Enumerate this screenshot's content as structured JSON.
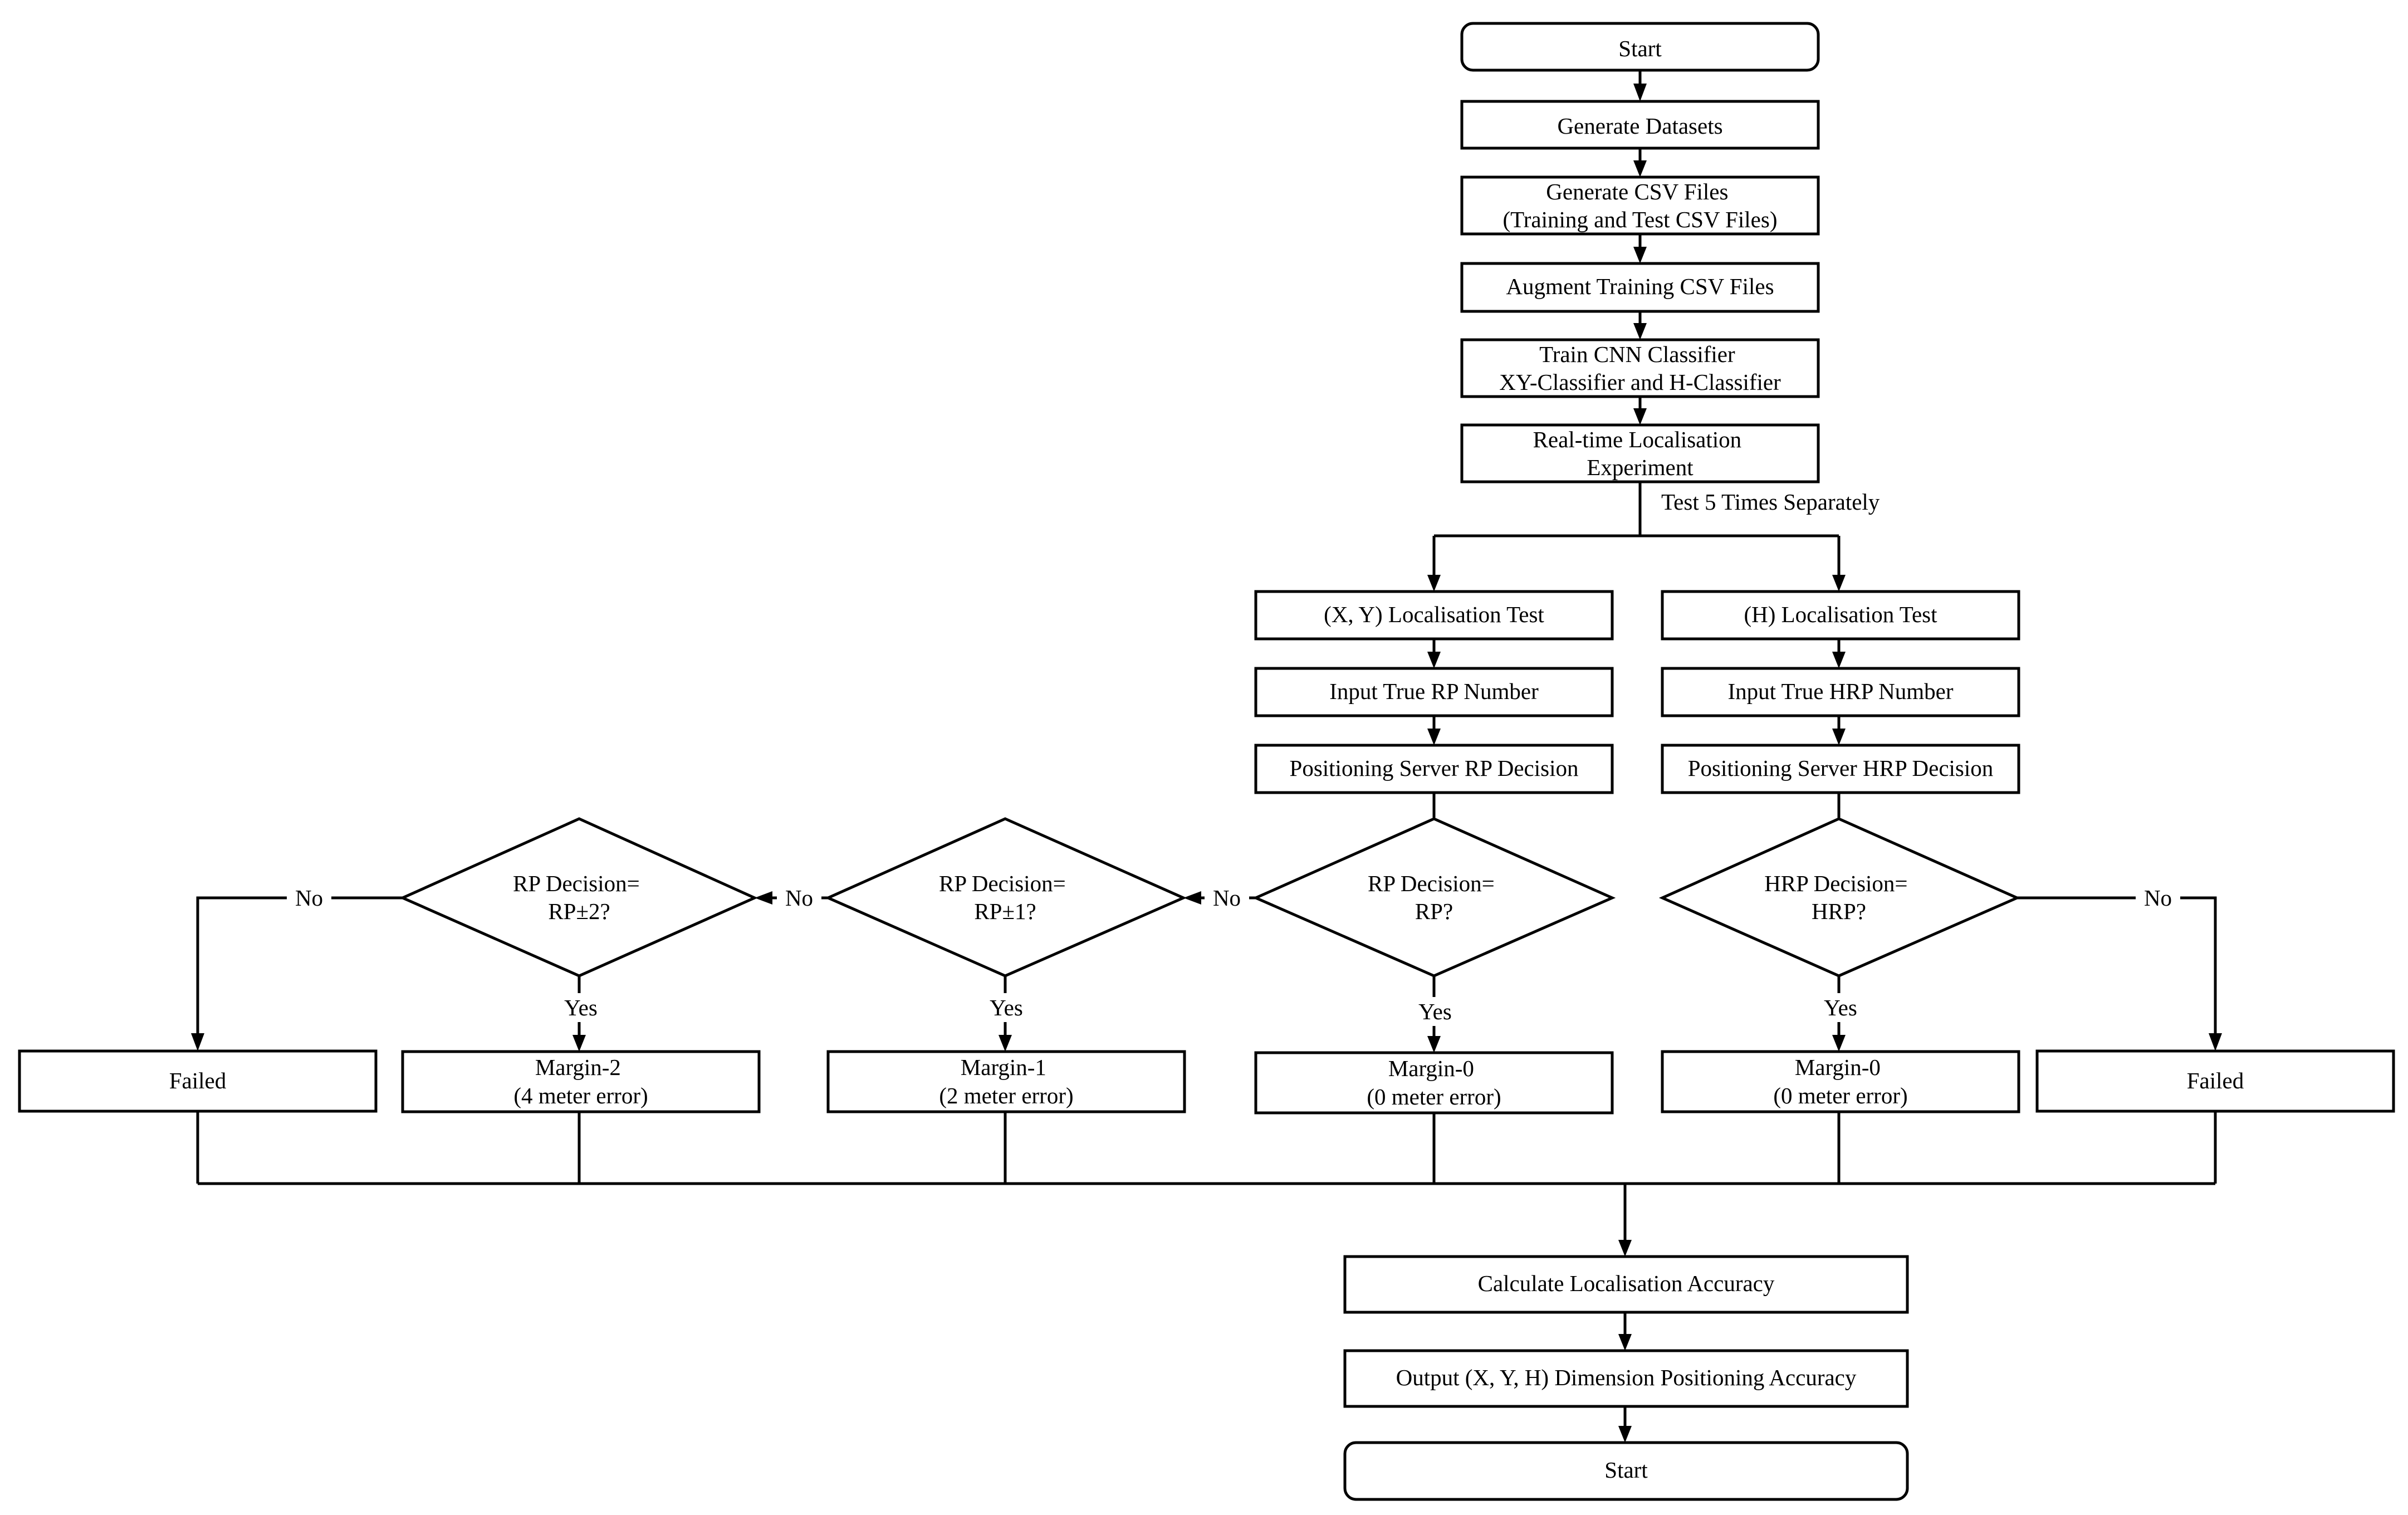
{
  "flowchart": {
    "start": [
      "Start"
    ],
    "gen_datasets": [
      "Generate Datasets"
    ],
    "gen_csv": [
      "Generate CSV Files",
      "(Training and Test CSV Files)"
    ],
    "augment": [
      "Augment Training CSV Files"
    ],
    "train": [
      "Train CNN Classifier",
      "XY-Classifier and H-Classifier"
    ],
    "realtime": [
      "Real-time Localisation",
      "Experiment"
    ],
    "xy_test": [
      "(X, Y) Localisation Test"
    ],
    "xy_input": [
      "Input True RP Number"
    ],
    "xy_server": [
      "Positioning Server RP Decision"
    ],
    "h_test": [
      "(H) Localisation Test"
    ],
    "h_input": [
      "Input True HRP Number"
    ],
    "h_server": [
      "Positioning Server HRP Decision"
    ],
    "d_rp": [
      "RP Decision=",
      "RP?"
    ],
    "d_rp1": [
      "RP Decision=",
      "RP±1?"
    ],
    "d_rp2": [
      "RP Decision=",
      "RP±2?"
    ],
    "d_hrp": [
      "HRP Decision=",
      "HRP?"
    ],
    "failed_left": [
      "Failed"
    ],
    "margin2": [
      "Margin-2",
      "(4 meter error)"
    ],
    "margin1": [
      "Margin-1",
      "(2 meter error)"
    ],
    "margin0_xy": [
      "Margin-0",
      "(0 meter error)"
    ],
    "margin0_h": [
      "Margin-0",
      "(0 meter error)"
    ],
    "failed_right": [
      "Failed"
    ],
    "calc": [
      "Calculate Localisation Accuracy"
    ],
    "output": [
      "Output (X, Y, H) Dimension Positioning Accuracy"
    ],
    "end": [
      "Start"
    ]
  },
  "edge_labels": {
    "test5": "Test 5 Times Separately",
    "yes": "Yes",
    "no": "No"
  },
  "colors": {
    "stroke": "#000000",
    "fill": "#ffffff",
    "text": "#000000"
  }
}
